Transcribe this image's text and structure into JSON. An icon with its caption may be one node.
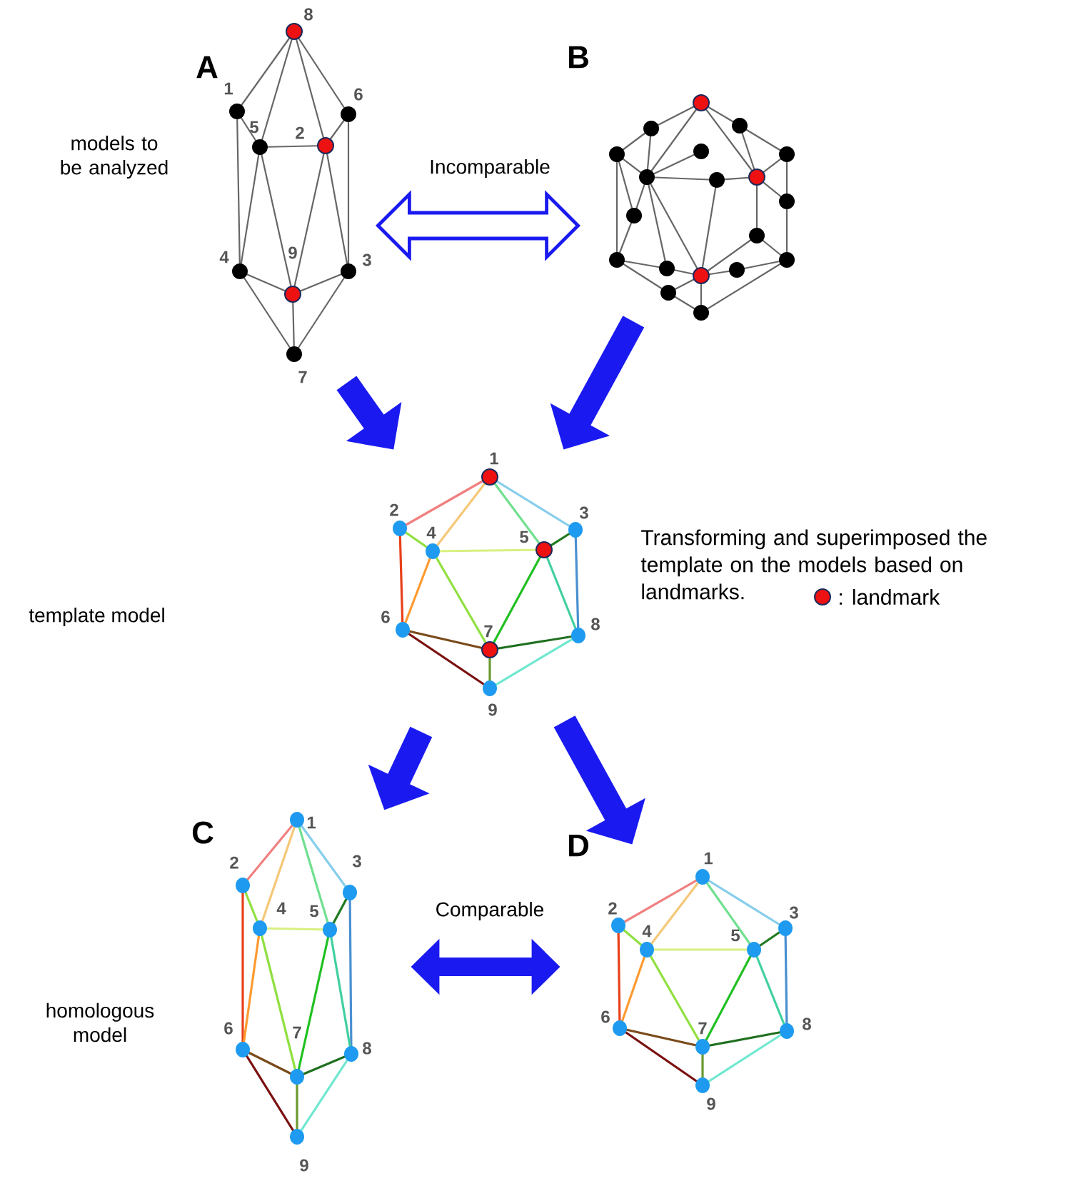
{
  "diagram": {
    "nodes": [
      {
        "text": [],
        "shape": "picture"
      },
      {
        "text": [],
        "shape": "picture"
      },
      {
        "text": [],
        "shape": "picture"
      },
      {
        "text": [],
        "shape": "picture"
      },
      {
        "text": [],
        "shape": "picture"
      }
    ],
    "edges": [
      {
        "from": 0,
        "to": 1,
        "arrow": "both",
        "label": "Incomparable"
      },
      {
        "from": 0,
        "to": 2,
        "arrow": "to"
      },
      {
        "from": 1,
        "to": 2,
        "arrow": "to"
      },
      {
        "from": 2,
        "to": 3,
        "arrow": "to"
      },
      {
        "from": 2,
        "to": 4,
        "arrow": "to"
      },
      {
        "from": 3,
        "to": 4,
        "arrow": "both",
        "label": "Comparable"
      }
    ],
    "labels": [
      "A",
      "8",
      "1",
      "6",
      "5",
      "2",
      "4",
      "9",
      "3",
      "7",
      "B",
      "models to be analyzed",
      "1",
      "2",
      "3",
      "4",
      "5",
      "6",
      "7",
      "8",
      "9",
      "template model",
      "Transforming and superimposed the template on the models based on landmarks.",
      "C",
      "D",
      "1",
      "2",
      "3",
      "4",
      "5",
      "6",
      "7",
      "8",
      "9",
      "homologous model",
      "1",
      "2",
      "3",
      "4",
      "5",
      "6",
      "7",
      "8",
      "9"
    ],
    "legend": [
      {
        "text": ": landmark",
        "color": "#ee1111"
      }
    ]
  }
}
